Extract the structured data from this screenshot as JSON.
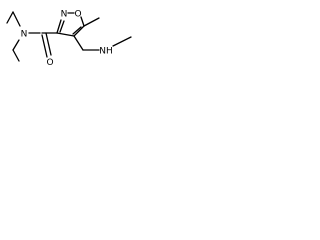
{
  "molecule": {
    "atoms": {
      "amide_nitrogen": "N",
      "carbonyl_oxygen": "O",
      "ring_oxygen": "O",
      "ring_nitrogen": "N",
      "amine_group": "NH"
    }
  }
}
